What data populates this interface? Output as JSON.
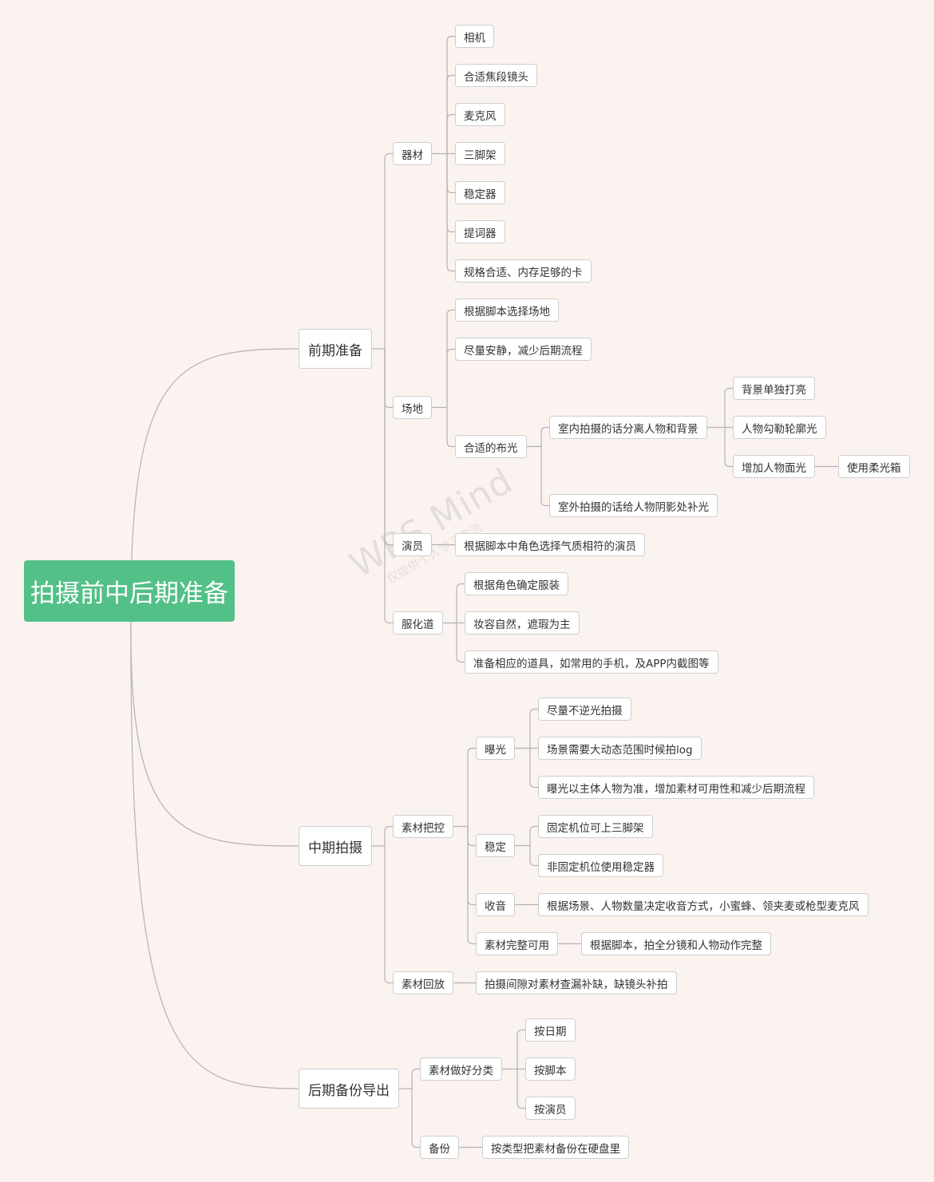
{
  "colors": {
    "root_bg": "#52c087",
    "line": "#b3b3b3",
    "background": "#fbf3ef"
  },
  "watermark": {
    "brand": "WPS Mind",
    "subtext": "仅提供个人学习交流"
  },
  "root": {
    "text": "拍摄前中后期准备"
  },
  "pre": {
    "label": "前期准备",
    "equipment": {
      "label": "器材",
      "items": [
        "相机",
        "合适焦段镜头",
        "麦克风",
        "三脚架",
        "稳定器",
        "提词器",
        "规格合适、内存足够的卡"
      ]
    },
    "venue": {
      "label": "场地",
      "items": [
        "根据脚本选择场地",
        "尽量安静，减少后期流程"
      ],
      "lighting": {
        "label": "合适的布光",
        "indoor": {
          "label": "室内拍摄的话分离人物和背景",
          "items": [
            "背景单独打亮",
            "人物勾勒轮廓光",
            "增加人物面光"
          ],
          "soft_box": "使用柔光箱"
        },
        "outdoor": "室外拍摄的话给人物阴影处补光"
      }
    },
    "actors": {
      "label": "演员",
      "item": "根据脚本中角色选择气质相符的演员"
    },
    "costume": {
      "label": "服化道",
      "items": [
        "根据角色确定服装",
        "妆容自然，遮瑕为主",
        "准备相应的道具，如常用的手机，及APP内截图等"
      ]
    }
  },
  "mid": {
    "label": "中期拍摄",
    "control": {
      "label": "素材把控",
      "exposure": {
        "label": "曝光",
        "items": [
          "尽量不逆光拍摄",
          "场景需要大动态范围时候拍log",
          "曝光以主体人物为准，增加素材可用性和减少后期流程"
        ]
      },
      "stability": {
        "label": "稳定",
        "items": [
          "固定机位可上三脚架",
          "非固定机位使用稳定器"
        ]
      },
      "audio": {
        "label": "收音",
        "item": "根据场景、人物数量决定收音方式，小蜜蜂、领夹麦或枪型麦克风"
      },
      "complete": {
        "label": "素材完整可用",
        "item": "根据脚本，拍全分镜和人物动作完整"
      }
    },
    "playback": {
      "label": "素材回放",
      "item": "拍摄间隙对素材查漏补缺，缺镜头补拍"
    }
  },
  "post": {
    "label": "后期备份导出",
    "classify": {
      "label": "素材做好分类",
      "items": [
        "按日期",
        "按脚本",
        "按演员"
      ]
    },
    "backup": {
      "label": "备份",
      "item": "按类型把素材备份在硬盘里"
    }
  }
}
